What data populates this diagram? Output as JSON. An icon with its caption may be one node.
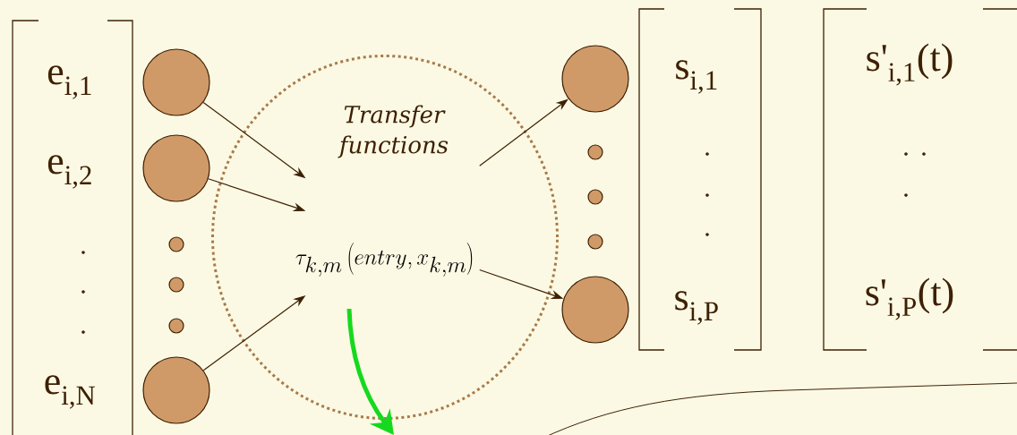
{
  "diagram": {
    "nodes": [
      {
        "text": [],
        "shape": "circle"
      },
      {
        "text": [],
        "shape": "circle"
      },
      {
        "text": [],
        "shape": "circle"
      },
      {
        "text": [],
        "shape": "circle"
      },
      {
        "text": [],
        "shape": "circle"
      },
      {
        "text": [],
        "shape": "circle"
      },
      {
        "text": [
          "Transfer functions",
          "\\tau_{k,m}\\left(entry, x_{k,m}\\right)"
        ]
      },
      {
        "text": [],
        "shape": "circle"
      },
      {
        "text": [],
        "shape": "circle"
      },
      {
        "text": [],
        "shape": "circle"
      },
      {
        "text": [],
        "shape": "circle"
      },
      {
        "text": [],
        "shape": "circle"
      }
    ],
    "edges": [
      {
        "from": 0,
        "to": 6,
        "arrow": "to"
      },
      {
        "from": 1,
        "to": 6,
        "arrow": "to"
      },
      {
        "from": 5,
        "to": 6,
        "arrow": "to"
      },
      {
        "from": 6,
        "to": 7,
        "arrow": "to"
      },
      {
        "from": 6,
        "to": 11,
        "arrow": "to"
      },
      {
        "from": 6,
        "to": null,
        "arrow": "to",
        "style": "thick",
        "color": "#16d91f"
      }
    ],
    "labels": [
      "e$_{i,1}$",
      "e$_{i,2}$",
      "e$_{i,N}$",
      "s$_{i,1}$",
      "s$_{i,P}$",
      "s'$_{i,1}$(t)",
      "s'$_{i,P}$(t)"
    ]
  }
}
